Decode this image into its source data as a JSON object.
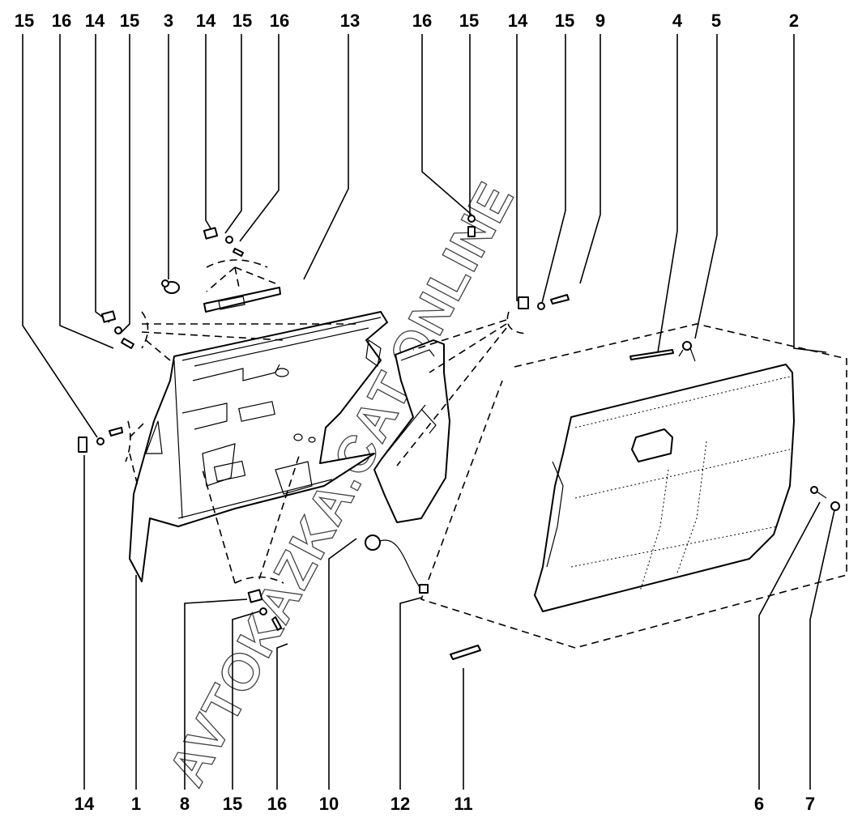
{
  "diagram": {
    "title": "Glove compartment exploded parts diagram",
    "watermark": "AVTOKAZKA.CAT.ONLINE",
    "callouts_top": [
      "15",
      "16",
      "14",
      "15",
      "3",
      "14",
      "15",
      "16",
      "13",
      "16",
      "15",
      "14",
      "15",
      "9",
      "4",
      "5",
      "2"
    ],
    "callouts_bottom": [
      "14",
      "1",
      "8",
      "15",
      "16",
      "10",
      "12",
      "11",
      "6",
      "7"
    ]
  }
}
